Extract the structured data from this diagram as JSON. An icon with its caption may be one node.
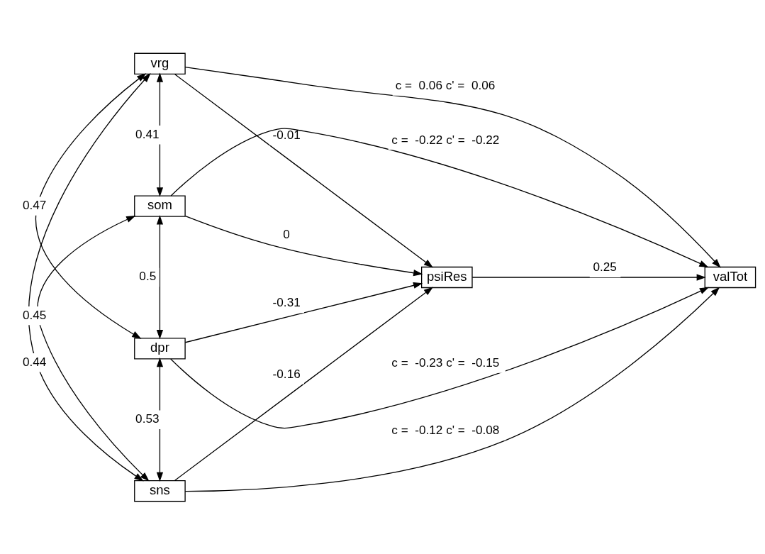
{
  "diagram": {
    "nodes": [
      {
        "text": [
          "vrg"
        ]
      },
      {
        "text": [
          "som"
        ]
      },
      {
        "text": [
          "psiRes"
        ]
      },
      {
        "text": [
          "dpr"
        ]
      },
      {
        "text": [
          "sns"
        ]
      },
      {
        "text": [
          "valTot"
        ]
      }
    ],
    "edges": [
      {
        "from": 0,
        "to": 1,
        "arrow": "both",
        "label": "0.41"
      },
      {
        "from": 0,
        "to": 3,
        "arrow": "both",
        "label": "0.47"
      },
      {
        "from": 0,
        "to": 4,
        "arrow": "both",
        "label": "0.44"
      },
      {
        "from": 1,
        "to": 3,
        "arrow": "both",
        "label": "0.5"
      },
      {
        "from": 1,
        "to": 4,
        "arrow": "both",
        "label": "0.45"
      },
      {
        "from": 3,
        "to": 4,
        "arrow": "both",
        "label": "0.53"
      },
      {
        "from": 0,
        "to": 2,
        "arrow": "to",
        "label": "-0.01"
      },
      {
        "from": 1,
        "to": 2,
        "arrow": "to",
        "label": "0"
      },
      {
        "from": 3,
        "to": 2,
        "arrow": "to",
        "label": "-0.31"
      },
      {
        "from": 4,
        "to": 2,
        "arrow": "to",
        "label": "-0.16"
      },
      {
        "from": 0,
        "to": 5,
        "arrow": "to",
        "label": "c =  0.06 c' =  0.06"
      },
      {
        "from": 1,
        "to": 5,
        "arrow": "to",
        "label": "c =  -0.22 c' =  -0.22"
      },
      {
        "from": 2,
        "to": 5,
        "arrow": "to",
        "label": "0.25"
      },
      {
        "from": 3,
        "to": 5,
        "arrow": "to",
        "label": "c =  -0.23 c' =  -0.15"
      },
      {
        "from": 4,
        "to": 5,
        "arrow": "to",
        "label": "c =  -0.12 c' =  -0.08"
      }
    ]
  }
}
